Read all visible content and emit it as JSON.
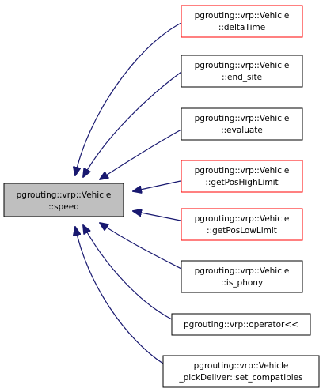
{
  "graph": {
    "root": {
      "line1": "pgrouting::vrp::Vehicle",
      "line2": "::speed",
      "fill": "#bfbfbf",
      "border": "#000000"
    },
    "nodes": [
      {
        "key": "deltaTime",
        "line1": "pgrouting::vrp::Vehicle",
        "line2": "::deltaTime",
        "border": "#ff0000"
      },
      {
        "key": "end_site",
        "line1": "pgrouting::vrp::Vehicle",
        "line2": "::end_site",
        "border": "#000000"
      },
      {
        "key": "evaluate",
        "line1": "pgrouting::vrp::Vehicle",
        "line2": "::evaluate",
        "border": "#000000"
      },
      {
        "key": "getPosHighLimit",
        "line1": "pgrouting::vrp::Vehicle",
        "line2": "::getPosHighLimit",
        "border": "#ff0000"
      },
      {
        "key": "getPosLowLimit",
        "line1": "pgrouting::vrp::Vehicle",
        "line2": "::getPosLowLimit",
        "border": "#ff0000"
      },
      {
        "key": "is_phony",
        "line1": "pgrouting::vrp::Vehicle",
        "line2": "::is_phony",
        "border": "#000000"
      },
      {
        "key": "operator",
        "line1": "pgrouting::vrp::operator<<",
        "line2": "",
        "border": "#000000"
      },
      {
        "key": "set_compatibles",
        "line1": "pgrouting::vrp::Vehicle",
        "line2": "_pickDeliver::set_compatibles",
        "border": "#000000"
      }
    ],
    "edge_color": "#191970"
  }
}
